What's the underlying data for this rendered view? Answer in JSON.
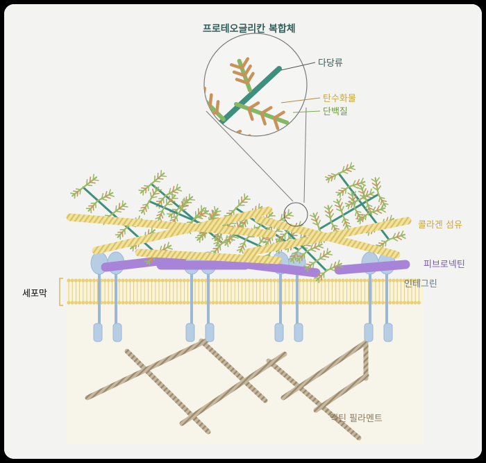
{
  "title": "프로테오글리칸 복합체",
  "labels": {
    "polysaccharide": "다당류",
    "carbohydrate": "탄수화물",
    "protein": "단백질",
    "collagen": "콜라겐 섬유",
    "fibronectin": "피브로넥틴",
    "integrin": "인테그린",
    "membrane": "세포막",
    "actin": "액틴 필라멘트"
  },
  "colors": {
    "polysaccharide": "#3e8f7e",
    "carbohydrate": "#c8935a",
    "protein": "#86b863",
    "collagen": "#f0df8e",
    "fibronectin": "#a784d8",
    "integrin": "#b6cde4",
    "membrane": "#e7d27a",
    "actin": "#b9a98e",
    "label_polysaccharide": "#2f5f5a",
    "label_collagen": "#c8a548",
    "label_fibronectin": "#7a5ab8",
    "label_integrin": "#5a7b9a",
    "label_membrane": "#c8a548",
    "label_actin": "#8a7b5e"
  }
}
